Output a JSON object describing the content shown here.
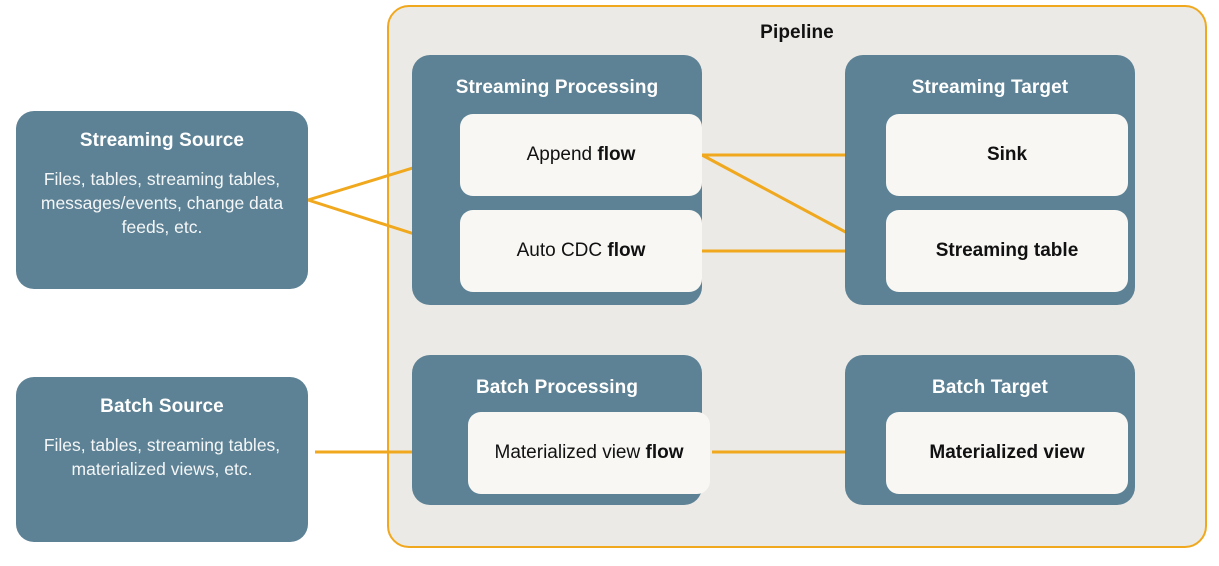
{
  "pipeline": {
    "title": "Pipeline",
    "border_color": "#f0a81e",
    "background_color": "#ebeae6"
  },
  "colors": {
    "teal": "#5d8295",
    "card": "#f8f7f4",
    "arrow": "#f0a81e",
    "page_background": "#ffffff",
    "text_dark": "#111111",
    "text_light": "#ffffff"
  },
  "sources": [
    {
      "title": "Streaming Source",
      "description": "Files, tables, streaming tables, messages/events, change data feeds, etc."
    },
    {
      "title": "Batch Source",
      "description": "Files, tables, streaming tables, materialized views, etc."
    }
  ],
  "groups": {
    "streaming_processing": {
      "title": "Streaming Processing",
      "cards": [
        {
          "prefix": "Append ",
          "bold": "flow",
          "suffix": ""
        },
        {
          "prefix": "Auto CDC ",
          "bold": "flow",
          "suffix": ""
        }
      ]
    },
    "streaming_target": {
      "title": "Streaming Target",
      "cards": [
        {
          "prefix": "",
          "bold": "Sink",
          "suffix": ""
        },
        {
          "prefix": "",
          "bold": "Streaming table",
          "suffix": ""
        }
      ]
    },
    "batch_processing": {
      "title": "Batch Processing",
      "cards": [
        {
          "prefix": "Materialized view ",
          "bold": "flow",
          "suffix": ""
        }
      ]
    },
    "batch_target": {
      "title": "Batch Target",
      "cards": [
        {
          "prefix": "",
          "bold": "Materialized view",
          "suffix": ""
        }
      ]
    }
  },
  "connections": [
    {
      "name": "streaming-source-to-append-flow",
      "from": "Streaming Source",
      "to": "Append flow"
    },
    {
      "name": "streaming-source-to-auto-cdc-flow",
      "from": "Streaming Source",
      "to": "Auto CDC flow"
    },
    {
      "name": "append-flow-to-sink",
      "from": "Append flow",
      "to": "Sink"
    },
    {
      "name": "append-flow-to-streaming-table",
      "from": "Append flow",
      "to": "Streaming table"
    },
    {
      "name": "auto-cdc-flow-to-streaming-table",
      "from": "Auto CDC flow",
      "to": "Streaming table"
    },
    {
      "name": "batch-source-to-materialized-view-flow",
      "from": "Batch Source",
      "to": "Materialized view flow"
    },
    {
      "name": "materialized-view-flow-to-materialized-view",
      "from": "Materialized view flow",
      "to": "Materialized view"
    }
  ]
}
